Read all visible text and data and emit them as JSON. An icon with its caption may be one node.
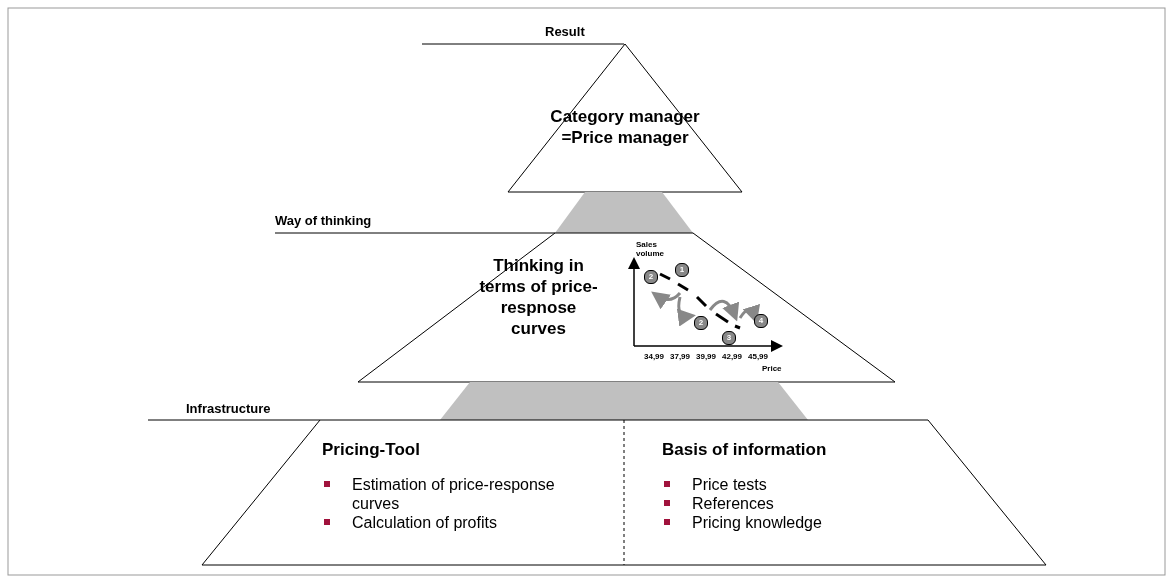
{
  "diagram": {
    "nodes": [
      {
        "text": [
          "Category manager =Price manager"
        ]
      },
      {
        "text": [],
        "shape": "band"
      },
      {
        "text": [
          "Thinking in terms of price-respnose curves"
        ]
      },
      {
        "text": [],
        "shape": "band"
      },
      {
        "text": [],
        "shape": "trapezoid"
      },
      {
        "text": [
          "Pricing-Tool",
          "Estimation of price-response curves",
          "Calculation of profits"
        ],
        "in": 4
      },
      {
        "text": [
          "Basis of information",
          "Price tests",
          "References",
          "Pricing knowledge"
        ],
        "in": 4
      }
    ],
    "edges": [],
    "labels": [
      "Result",
      "Way of thinking",
      "Infrastructure",
      "Sales volume",
      "2",
      "1",
      "2",
      "3",
      "4",
      "34,99",
      "37,99",
      "39,99",
      "42,99",
      "45,99",
      "Price"
    ]
  }
}
